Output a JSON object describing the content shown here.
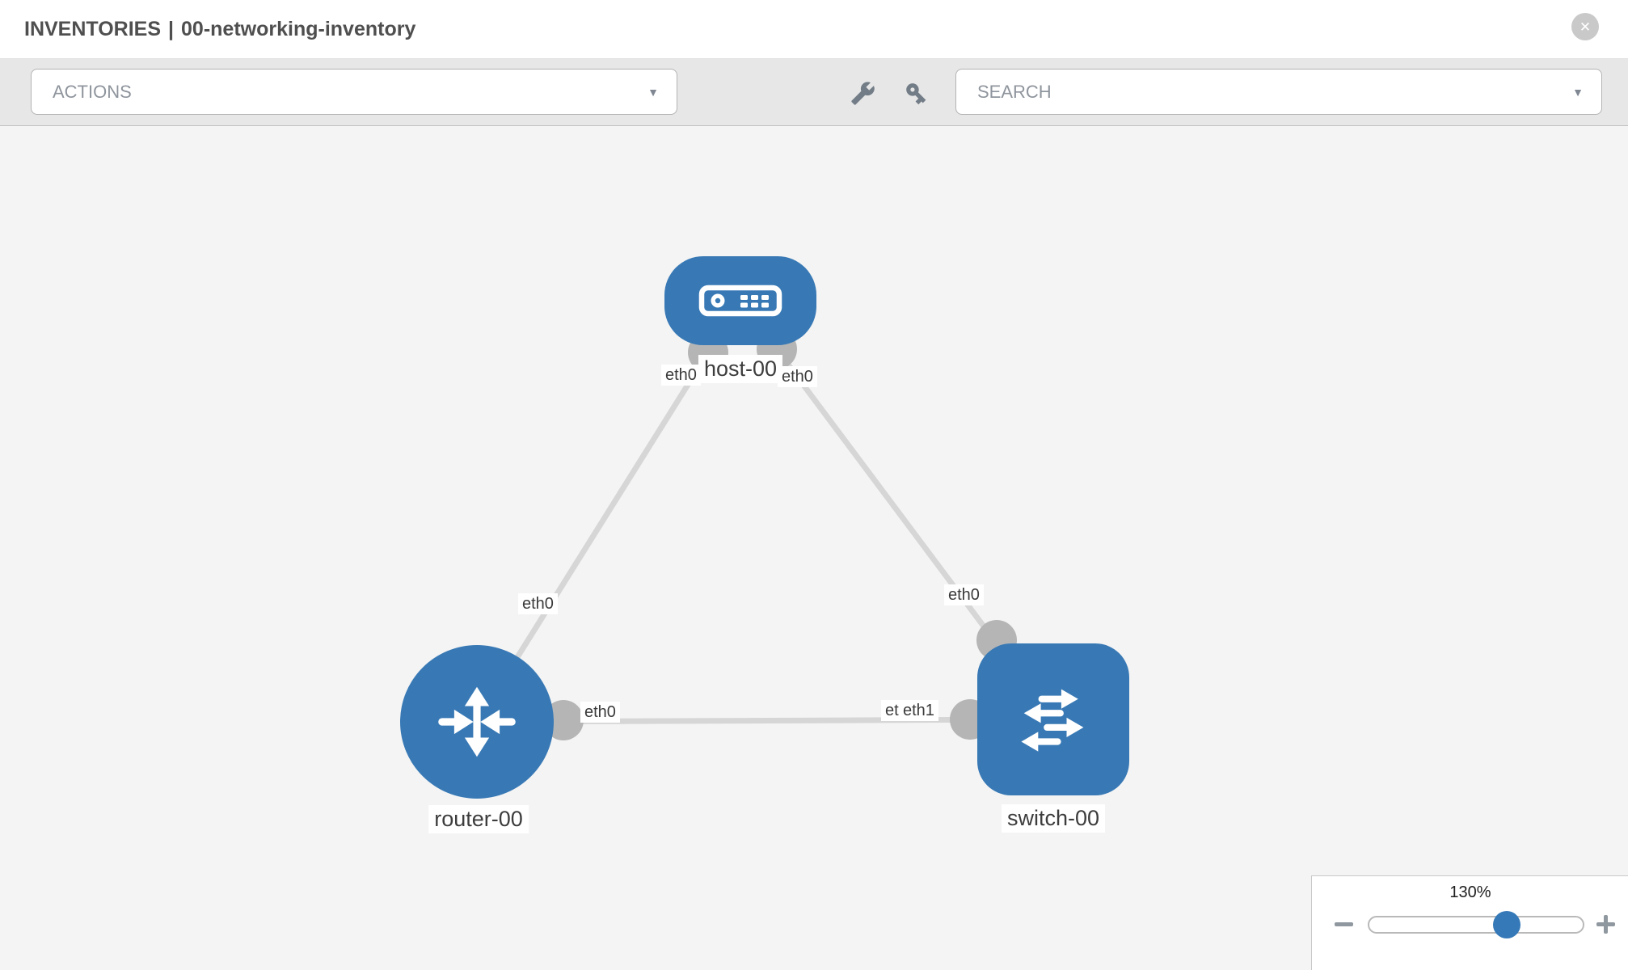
{
  "window": {
    "section": "INVENTORIES",
    "separator": "|",
    "name": "00-networking-inventory",
    "close_icon": "✕"
  },
  "toolbar": {
    "actions_label": "ACTIONS",
    "search_placeholder": "SEARCH",
    "caret_icon": "▼",
    "icons": [
      "wrench-icon",
      "key-icon"
    ]
  },
  "topology": {
    "nodes": [
      {
        "label": "host-00",
        "type": "host"
      },
      {
        "label": "router-00",
        "type": "router"
      },
      {
        "label": "switch-00",
        "type": "switch"
      }
    ],
    "links": [
      {
        "from": "host-00",
        "to": "router-00",
        "from_interface": "eth0",
        "to_interface": "eth0"
      },
      {
        "from": "host-00",
        "to": "switch-00",
        "from_interface": "eth0",
        "to_interface": "eth0"
      },
      {
        "from": "router-00",
        "to": "switch-00",
        "from_interface": "eth0",
        "to_interface": "eth1"
      }
    ],
    "interface_labels": [
      {
        "text": "eth0",
        "near": "host-left"
      },
      {
        "text": "eth0",
        "near": "host-right"
      },
      {
        "text": "eth0",
        "near": "router-link-upper"
      },
      {
        "text": "eth0",
        "near": "switch-link-upper"
      },
      {
        "text": "eth0",
        "near": "router-right"
      },
      {
        "text": "eth0",
        "near": "switch-left-under"
      },
      {
        "text": "eth1",
        "near": "switch-left"
      }
    ]
  },
  "zoom_control": {
    "level": "130%"
  },
  "colors": {
    "node_blue": "#3879b5",
    "link_gray": "#d6d6d6",
    "interface_gray": "#b5b5b5",
    "canvas_bg": "#f4f4f4",
    "toolbar_bg": "#e7e7e7",
    "slider_handle": "#3579b8"
  }
}
